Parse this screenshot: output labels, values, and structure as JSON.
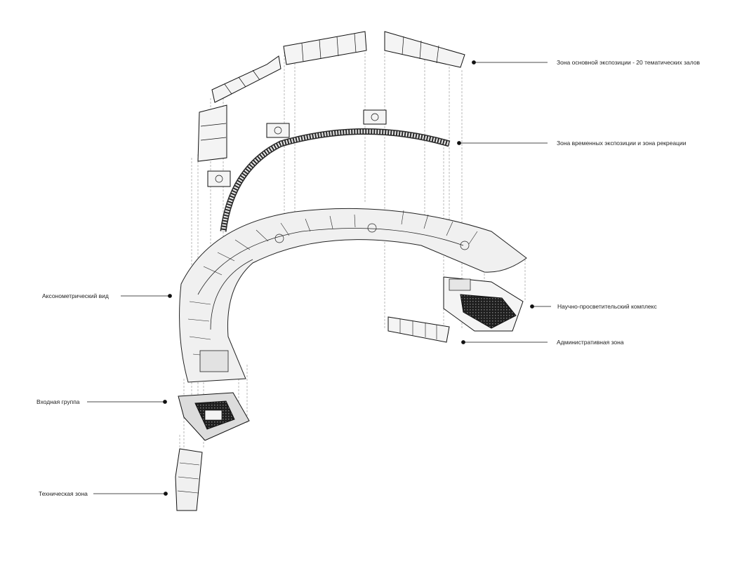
{
  "labels": {
    "main_exposition": "Зона основной экспозиции - 20 тематических залов",
    "temporary_exposition": "Зона временных экспозиции и зона рекреации",
    "axonometric": "Аксонометрический вид",
    "science_complex": "Научно-просветительский комплекс",
    "admin_zone": "Административная зона",
    "entrance_group": "Входная группа",
    "technical_zone": "Техническая зона"
  },
  "colors": {
    "line": "#111111",
    "hidden_line": "#8a8a8a",
    "fill_light": "#f4f4f4",
    "fill_mid": "#dcdcdc",
    "fill_dark": "#2a2a2a"
  }
}
